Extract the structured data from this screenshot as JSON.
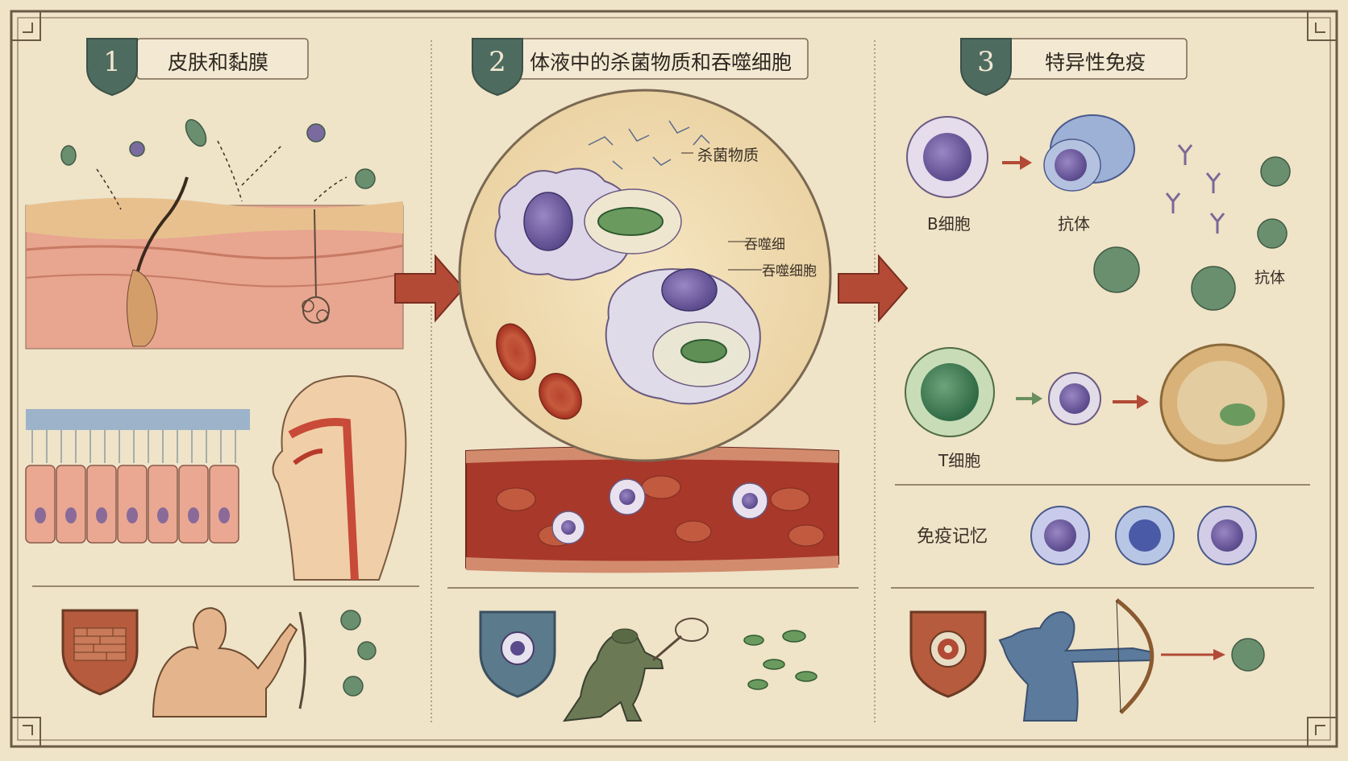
{
  "panels": [
    {
      "number": "1",
      "title": "皮肤和黏膜"
    },
    {
      "number": "2",
      "title": "体液中的杀菌物质和吞噬细胞"
    },
    {
      "number": "3",
      "title": "特异性免疫"
    }
  ],
  "panel2_labels": {
    "bactericidal": "杀菌物质",
    "phagocyte_line1": "吞噬细",
    "phagocyte_line2": "吞噬细胞"
  },
  "panel3_labels": {
    "b_cell": "B细胞",
    "antibody_top": "抗体",
    "antibody_right": "抗体",
    "t_cell": "T细胞",
    "memory": "免疫记忆"
  },
  "colors": {
    "parchment": "#efe3c8",
    "frame": "#6b5a45",
    "shield": "#4e6b5f",
    "arrow": "#b24a35",
    "skin": "#e8a590",
    "blood": "#a8382a"
  }
}
